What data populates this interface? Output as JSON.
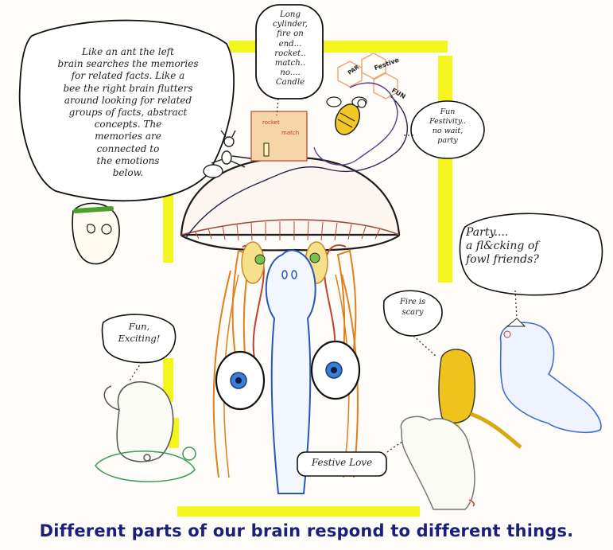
{
  "caption": "Different parts of our brain respond to different things.",
  "bubbles": {
    "left_brain": "Like an ant the left\nbrain searches the memories\nfor related facts. Like a\nbee the right brain flutters\naround looking for related\ngroups of facts, abstract\nconcepts. The\nmemories are\nconnected to\nthe emotions\nbelow.",
    "cylinder": "Long\ncylinder,\nfire on\nend...\nrocket..\nmatch..\nno....\nCandle",
    "fun_festivity": "Fun\nFestivity..\nno wait,\nparty",
    "party": "Party....\na fl&cking of\nfowl friends?",
    "fire_scary": "Fire is\nscary",
    "fun_exciting": "Fun,\nExciting!",
    "festive_love": "Festive Love"
  },
  "box_words": {
    "rocket": "rocket",
    "match": "match"
  },
  "hex_words": {
    "party": "PAR",
    "festive": "Festive",
    "fun": "FUN"
  },
  "colors": {
    "highlight": "#f5f51e",
    "ink": "#1c1c1c",
    "caption": "#1a1f78",
    "brain_red": "#c0412c",
    "brain_blue": "#2656b8",
    "limbic_orange": "#e0801c",
    "bird_blue": "#3f6ed0",
    "cat_yellow": "#f0c21c",
    "bee_yellow": "#f2c623",
    "purple": "#5a3b8a"
  }
}
